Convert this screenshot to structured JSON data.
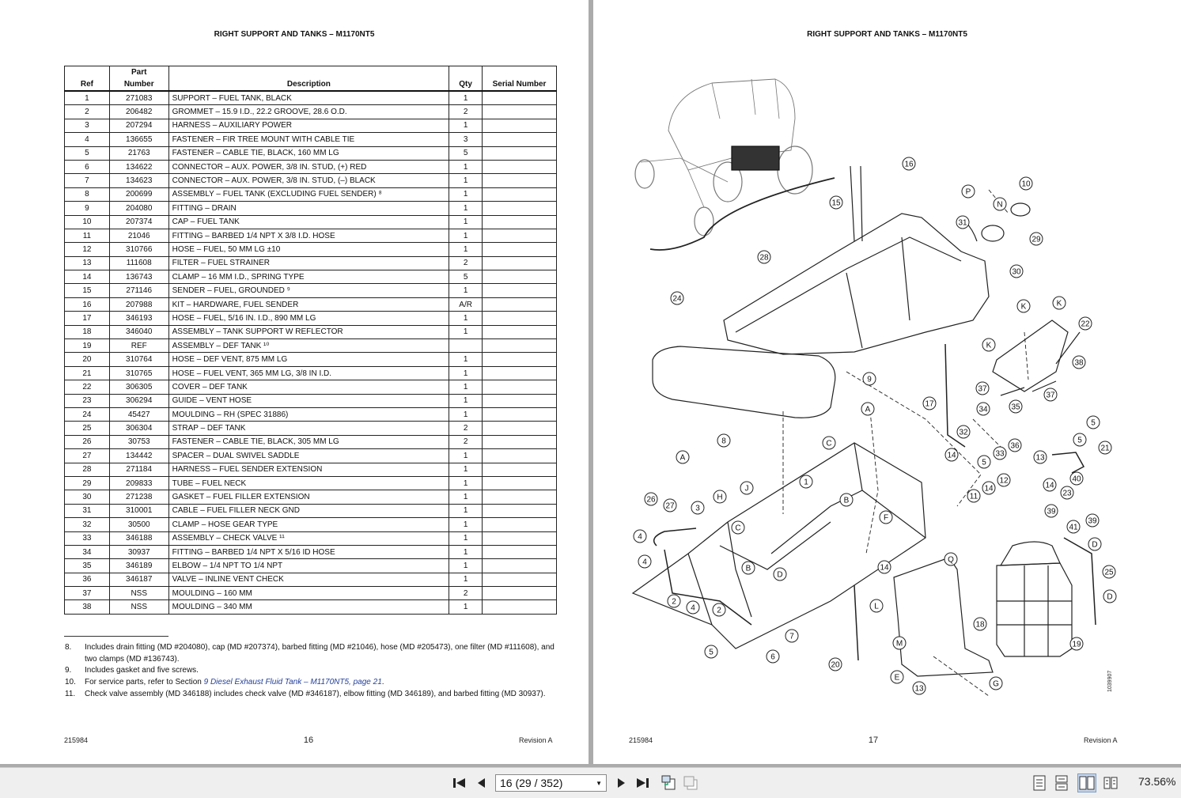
{
  "left_page": {
    "header": "RIGHT SUPPORT AND TANKS – M1170NT5",
    "columns": {
      "ref": "Ref",
      "part_line1": "Part",
      "part_line2": "Number",
      "description": "Description",
      "qty": "Qty",
      "serial": "Serial Number"
    },
    "rows": [
      [
        "1",
        "271083",
        "SUPPORT – FUEL TANK, BLACK",
        "1"
      ],
      [
        "2",
        "206482",
        "GROMMET – 15.9 I.D., 22.2 GROOVE, 28.6 O.D.",
        "2"
      ],
      [
        "3",
        "207294",
        "HARNESS – AUXILIARY POWER",
        "1"
      ],
      [
        "4",
        "136655",
        "FASTENER – FIR TREE MOUNT WITH CABLE TIE",
        "3"
      ],
      [
        "5",
        "21763",
        "FASTENER – CABLE TIE, BLACK, 160 MM LG",
        "5"
      ],
      [
        "6",
        "134622",
        "CONNECTOR – AUX. POWER, 3/8 IN. STUD, (+) RED",
        "1"
      ],
      [
        "7",
        "134623",
        "CONNECTOR – AUX. POWER, 3/8 IN. STUD, (–) BLACK",
        "1"
      ],
      [
        "8",
        "200699",
        "ASSEMBLY – FUEL TANK (EXCLUDING FUEL SENDER) ⁸",
        "1"
      ],
      [
        "9",
        "204080",
        "FITTING – DRAIN",
        "1"
      ],
      [
        "10",
        "207374",
        "CAP – FUEL TANK",
        "1"
      ],
      [
        "11",
        "21046",
        "FITTING – BARBED 1/4 NPT X 3/8 I.D. HOSE",
        "1"
      ],
      [
        "12",
        "310766",
        "HOSE – FUEL, 50 MM LG ±10",
        "1"
      ],
      [
        "13",
        "111608",
        "FILTER – FUEL STRAINER",
        "2"
      ],
      [
        "14",
        "136743",
        "CLAMP – 16 MM I.D., SPRING TYPE",
        "5"
      ],
      [
        "15",
        "271146",
        "SENDER – FUEL, GROUNDED ⁹",
        "1"
      ],
      [
        "16",
        "207988",
        "KIT – HARDWARE, FUEL SENDER",
        "A/R"
      ],
      [
        "17",
        "346193",
        "HOSE – FUEL, 5/16 IN. I.D., 890 MM LG",
        "1"
      ],
      [
        "18",
        "346040",
        "ASSEMBLY – TANK SUPPORT W REFLECTOR",
        "1"
      ],
      [
        "19",
        "REF",
        "ASSEMBLY – DEF TANK ¹⁰",
        ""
      ],
      [
        "20",
        "310764",
        "HOSE – DEF VENT, 875 MM LG",
        "1"
      ],
      [
        "21",
        "310765",
        "HOSE – FUEL VENT, 365 MM LG, 3/8 IN I.D.",
        "1"
      ],
      [
        "22",
        "306305",
        "COVER – DEF TANK",
        "1"
      ],
      [
        "23",
        "306294",
        "GUIDE – VENT HOSE",
        "1"
      ],
      [
        "24",
        "45427",
        "MOULDING – RH (SPEC 31886)",
        "1"
      ],
      [
        "25",
        "306304",
        "STRAP – DEF TANK",
        "2"
      ],
      [
        "26",
        "30753",
        "FASTENER – CABLE TIE, BLACK, 305 MM LG",
        "2"
      ],
      [
        "27",
        "134442",
        "SPACER – DUAL SWIVEL SADDLE",
        "1"
      ],
      [
        "28",
        "271184",
        "HARNESS – FUEL SENDER EXTENSION",
        "1"
      ],
      [
        "29",
        "209833",
        "TUBE – FUEL NECK",
        "1"
      ],
      [
        "30",
        "271238",
        "GASKET – FUEL FILLER EXTENSION",
        "1"
      ],
      [
        "31",
        "310001",
        "CABLE – FUEL FILLER NECK GND",
        "1"
      ],
      [
        "32",
        "30500",
        "CLAMP – HOSE GEAR TYPE",
        "1"
      ],
      [
        "33",
        "346188",
        "ASSEMBLY – CHECK VALVE ¹¹",
        "1"
      ],
      [
        "34",
        "30937",
        "FITTING – BARBED 1/4 NPT X 5/16 ID HOSE",
        "1"
      ],
      [
        "35",
        "346189",
        "ELBOW – 1/4 NPT TO 1/4 NPT",
        "1"
      ],
      [
        "36",
        "346187",
        "VALVE – INLINE VENT CHECK",
        "1"
      ],
      [
        "37",
        "NSS",
        "MOULDING – 160 MM",
        "2"
      ],
      [
        "38",
        "NSS",
        "MOULDING – 340 MM",
        "1"
      ]
    ],
    "notes": [
      {
        "n": "8.",
        "text": "Includes drain fitting (MD #204080), cap (MD #207374), barbed fitting (MD #21046), hose (MD #205473), one filter (MD #111608), and two clamps (MD #136743)."
      },
      {
        "n": "9.",
        "text": "Includes gasket and five screws."
      },
      {
        "n": "10.",
        "pre": "For service parts, refer to Section ",
        "link": "9 Diesel Exhaust Fluid Tank – M1170NT5, page 21",
        "post": "."
      },
      {
        "n": "11.",
        "text": "Check valve assembly (MD 346188) includes check valve (MD #346187), elbow fitting (MD 346189), and barbed fitting (MD 30937)."
      }
    ],
    "footer_left": "215984",
    "footer_center": "16",
    "footer_right": "Revision A"
  },
  "right_page": {
    "header": "RIGHT SUPPORT AND TANKS – M1170NT5",
    "footer_left": "215984",
    "footer_center": "17",
    "footer_right": "Revision A",
    "figure_id": "1039907",
    "callouts": [
      {
        "t": "16"
      },
      {
        "t": "15"
      },
      {
        "t": "28"
      },
      {
        "t": "P"
      },
      {
        "t": "N"
      },
      {
        "t": "10"
      },
      {
        "t": "31"
      },
      {
        "t": "29"
      },
      {
        "t": "30"
      },
      {
        "t": "24"
      },
      {
        "t": "K"
      },
      {
        "t": "K"
      },
      {
        "t": "22"
      },
      {
        "t": "K"
      },
      {
        "t": "38"
      },
      {
        "t": "9"
      },
      {
        "t": "37"
      },
      {
        "t": "37"
      },
      {
        "t": "A"
      },
      {
        "t": "17"
      },
      {
        "t": "34"
      },
      {
        "t": "35"
      },
      {
        "t": "8"
      },
      {
        "t": "5"
      },
      {
        "t": "C"
      },
      {
        "t": "32"
      },
      {
        "t": "36"
      },
      {
        "t": "5"
      },
      {
        "t": "21"
      },
      {
        "t": "14"
      },
      {
        "t": "5"
      },
      {
        "t": "33"
      },
      {
        "t": "13"
      },
      {
        "t": "A"
      },
      {
        "t": "1"
      },
      {
        "t": "J"
      },
      {
        "t": "40"
      },
      {
        "t": "12"
      },
      {
        "t": "14"
      },
      {
        "t": "14"
      },
      {
        "t": "11"
      },
      {
        "t": "23"
      },
      {
        "t": "26"
      },
      {
        "t": "27"
      },
      {
        "t": "3"
      },
      {
        "t": "H"
      },
      {
        "t": "B"
      },
      {
        "t": "F"
      },
      {
        "t": "39"
      },
      {
        "t": "39"
      },
      {
        "t": "41"
      },
      {
        "t": "C"
      },
      {
        "t": "4"
      },
      {
        "t": "D"
      },
      {
        "t": "4"
      },
      {
        "t": "B"
      },
      {
        "t": "D"
      },
      {
        "t": "Q"
      },
      {
        "t": "14"
      },
      {
        "t": "25"
      },
      {
        "t": "2"
      },
      {
        "t": "4"
      },
      {
        "t": "2"
      },
      {
        "t": "D"
      },
      {
        "t": "L"
      },
      {
        "t": "7"
      },
      {
        "t": "18"
      },
      {
        "t": "5"
      },
      {
        "t": "6"
      },
      {
        "t": "M"
      },
      {
        "t": "19"
      },
      {
        "t": "20"
      },
      {
        "t": "E"
      },
      {
        "t": "G"
      },
      {
        "t": "13"
      }
    ]
  },
  "toolbar": {
    "page_field": "16 (29 / 352)",
    "zoom": "73.56%",
    "icons": [
      "first-page-icon",
      "prev-page-icon",
      "next-page-icon",
      "last-page-icon",
      "fit-page-icon",
      "fit-width-icon",
      "single-page-icon",
      "continuous-icon",
      "two-page-icon",
      "book-view-icon"
    ]
  }
}
